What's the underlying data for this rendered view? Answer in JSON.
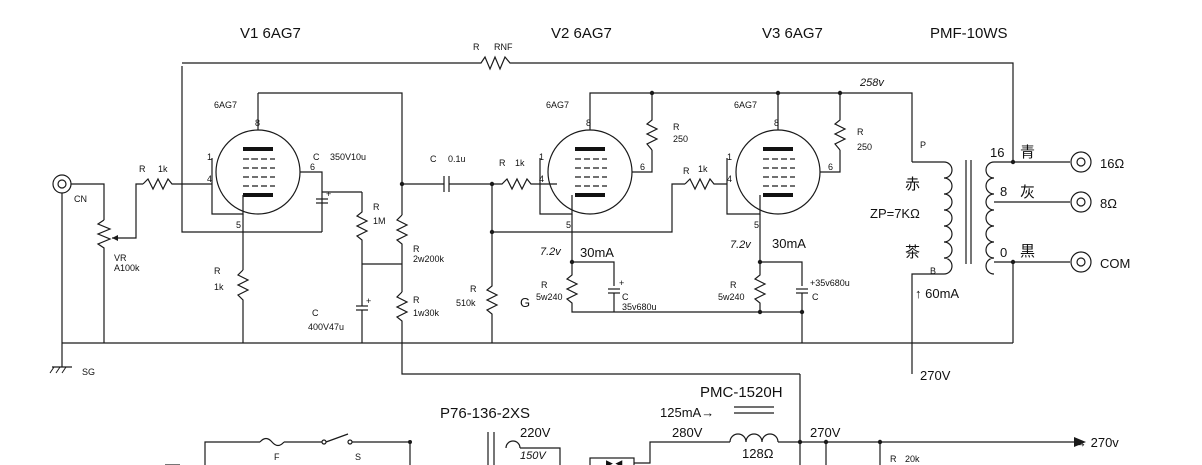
{
  "tubes": {
    "v1_title": "V1 6AG7",
    "v2_title": "V2 6AG7",
    "v3_title": "V3 6AG7",
    "tube_type": "6AG7",
    "pin_8": "8",
    "pin_1": "1",
    "pin_4": "4",
    "pin_5": "5",
    "pin_6": "6"
  },
  "transformers": {
    "output": "PMF-10WS",
    "output_p": "P",
    "output_b": "B",
    "zp": "ZP=7KΩ",
    "tap_16": "16",
    "tap_8": "8",
    "tap_0": "0",
    "color_blue": "青",
    "color_gray": "灰",
    "color_black": "黒",
    "color_red": "赤",
    "color_brown": "茶",
    "power": "P76-136-2XS",
    "choke": "PMC-1520H"
  },
  "outputs": {
    "o16": "16Ω",
    "o8": "8Ω",
    "com": "COM"
  },
  "labels": {
    "r": "R",
    "c": "C",
    "rnf": "RNF",
    "cn": "CN",
    "sg": "SG",
    "vr": "VR",
    "vr_val": "A100k",
    "r_1k": "1k",
    "r_1m": "1M",
    "r_2w200k": "2w200k",
    "r_1w30k": "1w30k",
    "r_510k": "510k",
    "r_250": "250",
    "r_5w240": "5w240",
    "c_350v10u": "350V10u",
    "c_01u": "0.1u",
    "c_400v47u": "400V47u",
    "c_35v680u": "35v680u",
    "c_p35v680u": "+35v680u",
    "g": "G",
    "v_72": "7.2v",
    "i_30ma": "30mA",
    "v_258": "258v",
    "v_270": "270V",
    "i_60ma": "↑ 60mA",
    "v_220": "220V",
    "v_150": "150V",
    "v_280": "280V",
    "i_125ma": "125mA→",
    "r_128": "128Ω",
    "v_270b": "270V",
    "v_270out": "→ 270v",
    "fuse": "F",
    "switch": "S",
    "r_20k": "20k"
  }
}
